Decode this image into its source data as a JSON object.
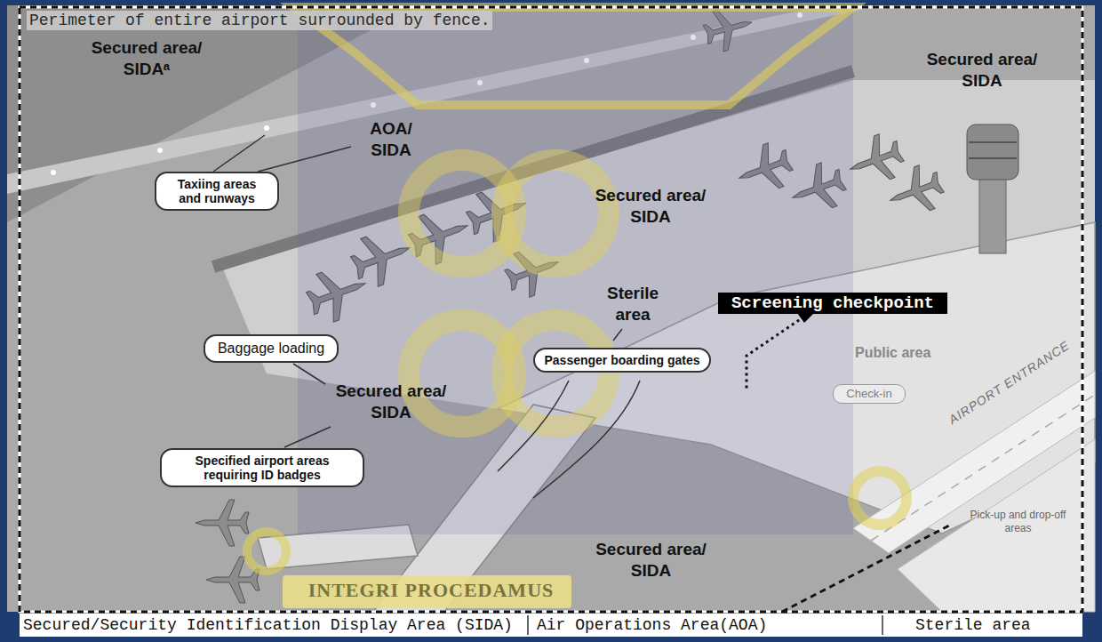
{
  "diagram": {
    "nodes": [
      {
        "text": [
          "Taxiing areas and runways"
        ]
      },
      {
        "text": [
          "Screening checkpoint"
        ]
      },
      {
        "text": [
          "Baggage loading"
        ]
      },
      {
        "text": [
          "Passenger boarding gates"
        ]
      },
      {
        "text": [
          "Check-in"
        ]
      },
      {
        "text": [
          "Specified airport areas requiring ID badges"
        ]
      }
    ],
    "labels": [
      "Perimeter of entire airport surrounded by fence.",
      "Secured area/ SIDAᵃ",
      "Secured area/ SIDA",
      "AOA/ SIDA",
      "Secured area/ SIDA",
      "Sterile area",
      "Public area",
      "Secured area/ SIDA",
      "AIRPORT ENTRANCE",
      "Pick-up and drop-off areas",
      "Secured area/ SIDA",
      "INTEGRI PROCEDAMUS",
      "Secured/Security Identification Display Area (SIDA)",
      "Air Operations Area(AOA)",
      "Sterile area"
    ]
  }
}
